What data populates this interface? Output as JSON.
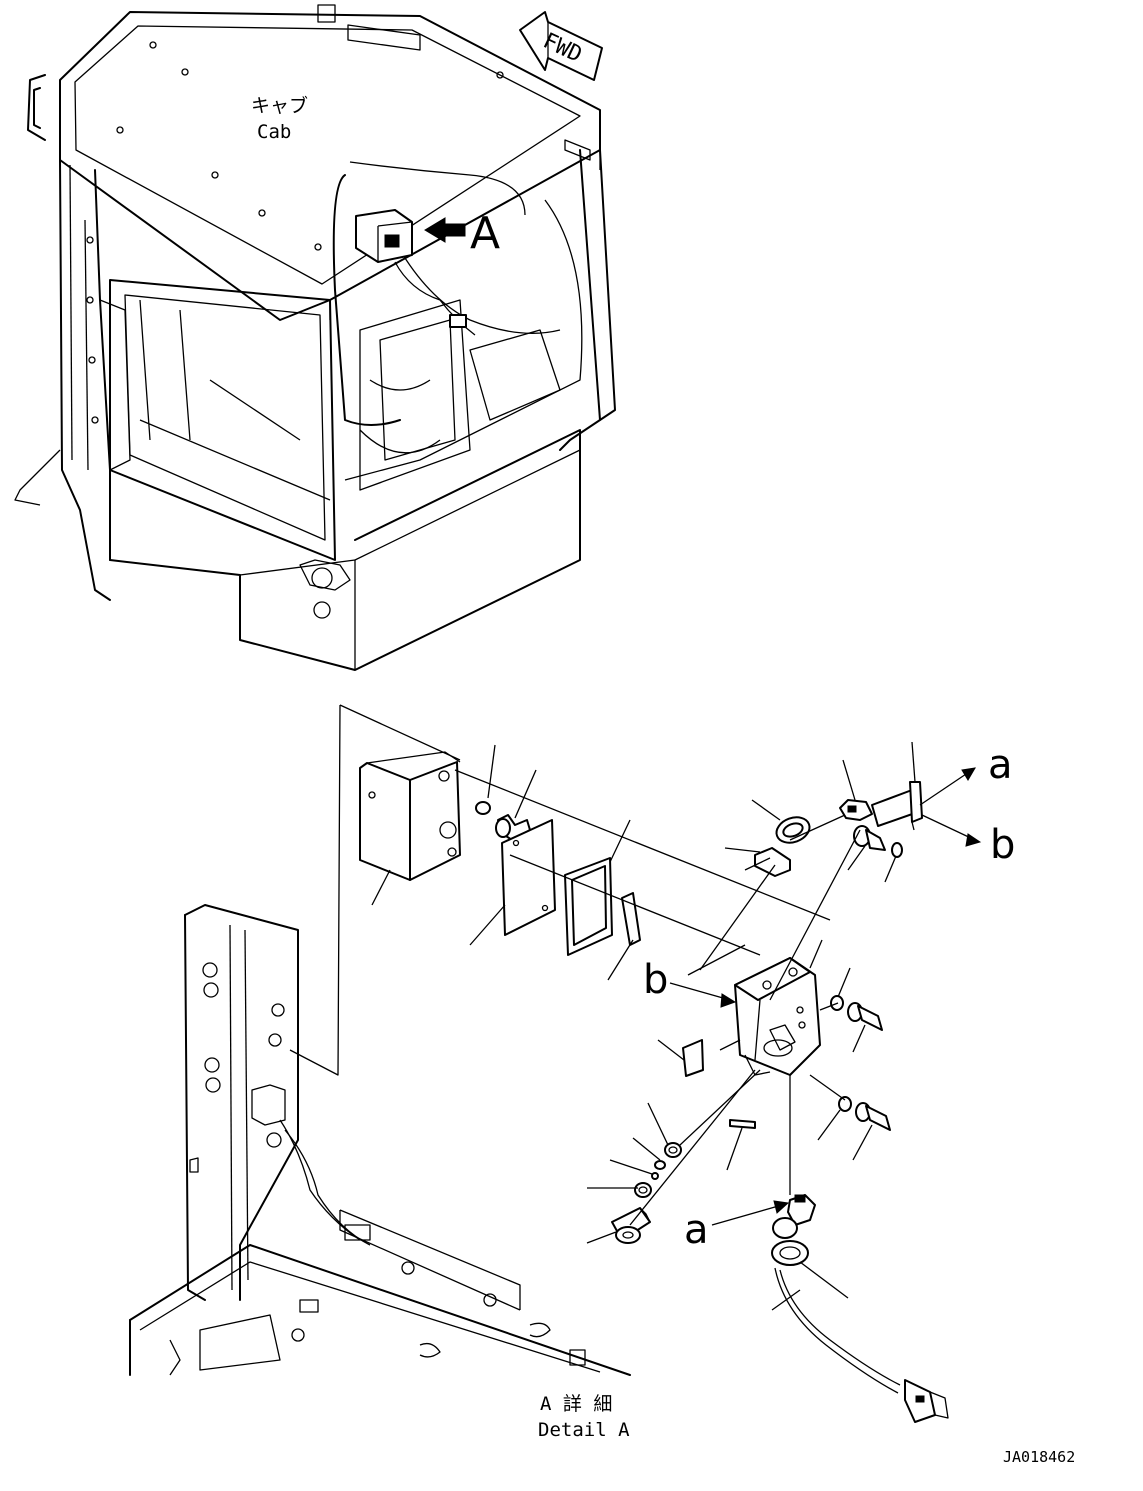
{
  "labels": {
    "cab_jp": "キャブ",
    "cab_en": "Cab",
    "fwd": "FWD",
    "view_a": "A",
    "detail_jp": "A 詳 細",
    "detail_en": "Detail A",
    "conn_a1": "a",
    "conn_b1": "b",
    "conn_b2": "b",
    "conn_a2": "a",
    "drawing_no": "JA018462"
  }
}
